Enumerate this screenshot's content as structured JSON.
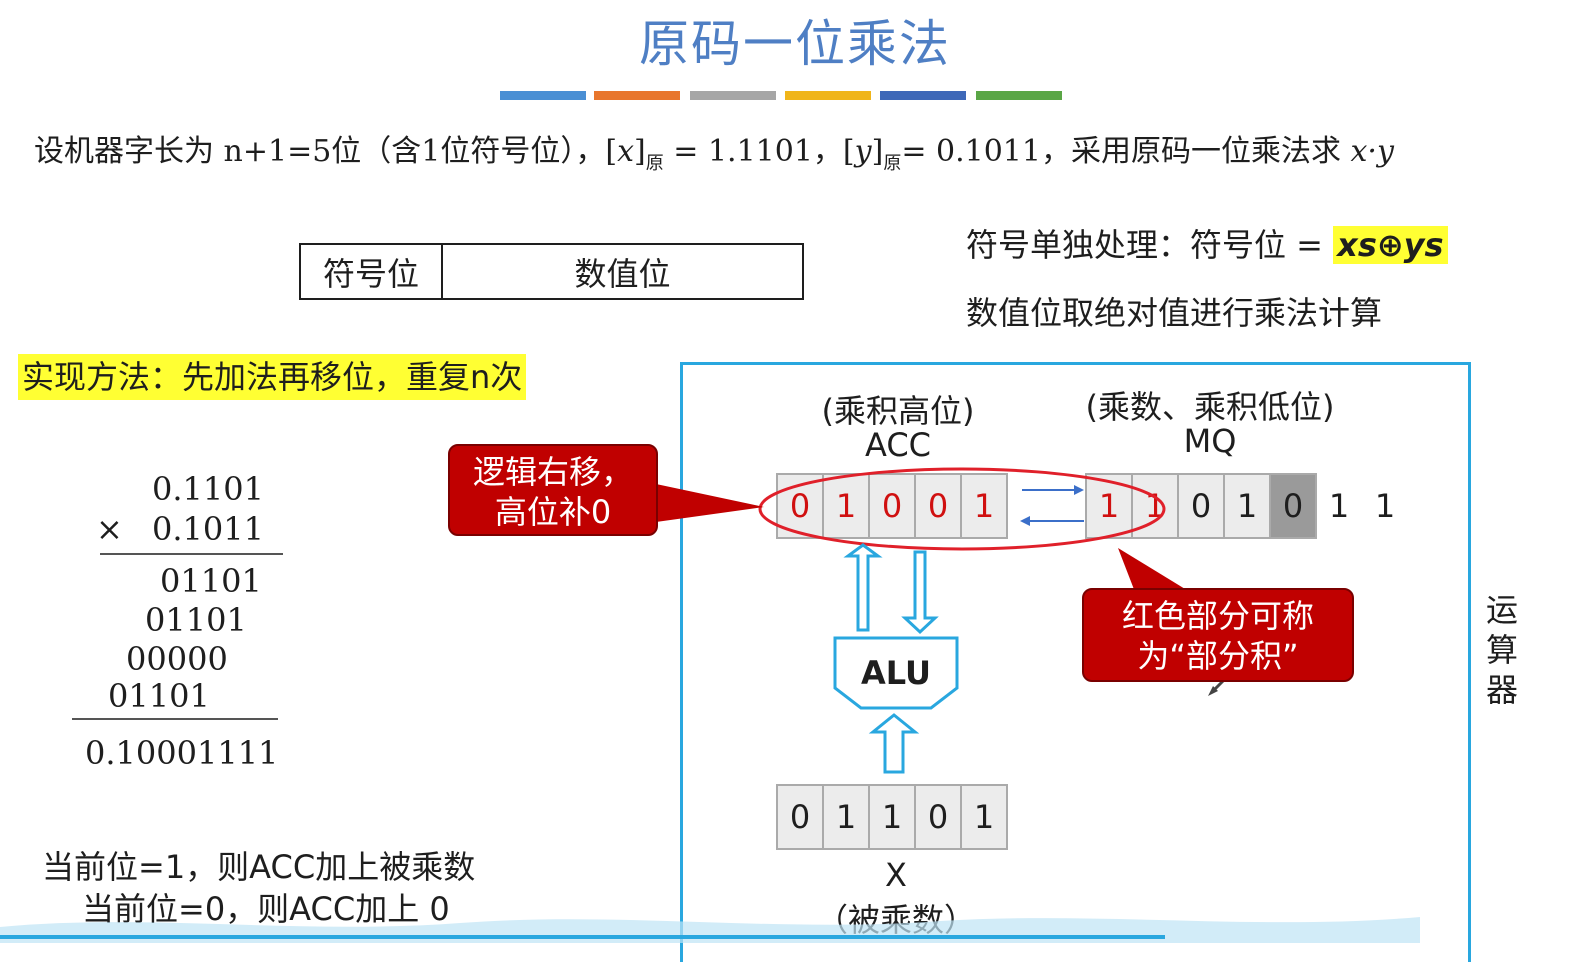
{
  "title": "原码一位乘法",
  "stripes": [
    "#4a8fd4",
    "#e8762d",
    "#a6a6a6",
    "#f0b51a",
    "#3e68b8",
    "#5aa646"
  ],
  "problem": {
    "p1": "设机器字长为 n+1=5位（含1位符号位），[",
    "x": "x",
    "p2": "]",
    "sub1": "原",
    "p3": " = 1.1101，[",
    "y": "y",
    "p4": "]",
    "sub2": "原",
    "p5": "= 0.1011，采用原码一位乘法求 ",
    "xy": "x·y"
  },
  "format_box": {
    "sign": "符号位",
    "value": "数值位"
  },
  "sign_rule": {
    "text": "符号单独处理：符号位 = ",
    "formula": "xs⊕ys"
  },
  "value_rule": "数值位取绝对值进行乘法计算",
  "method": "实现方法：先加法再移位，重复n次",
  "calc": {
    "multiplicand": "0.1101",
    "times": "×",
    "multiplier": "0.1011",
    "partials": [
      "01101",
      "01101",
      "00000",
      "01101"
    ],
    "result": "0.10001111"
  },
  "rules": [
    "当前位=1，则ACC加上被乘数",
    "当前位=0，则ACC加上 0"
  ],
  "diagram": {
    "acc_caption": "(乘积高位)",
    "acc_name": "ACC",
    "mq_caption": "(乘数、乘积低位)",
    "mq_name": "MQ",
    "acc_bits": [
      "0",
      "1",
      "0",
      "0",
      "1"
    ],
    "mq_bits": [
      "1",
      "1",
      "0",
      "1",
      "0",
      "1",
      "1"
    ],
    "alu": "ALU",
    "x_bits": [
      "0",
      "1",
      "1",
      "0",
      "1"
    ],
    "x_name": "X",
    "x_caption": "（被乘数）",
    "callout_shift": [
      "逻辑右移，",
      "高位补0"
    ],
    "callout_partial": [
      "红色部分可称",
      "为“部分积”"
    ],
    "side_label": [
      "运",
      "算",
      "器"
    ]
  },
  "colors": {
    "accent": "#29a7df",
    "callout": "#c00000",
    "highlight": "#ffff33",
    "title": "#4f7fc4"
  }
}
